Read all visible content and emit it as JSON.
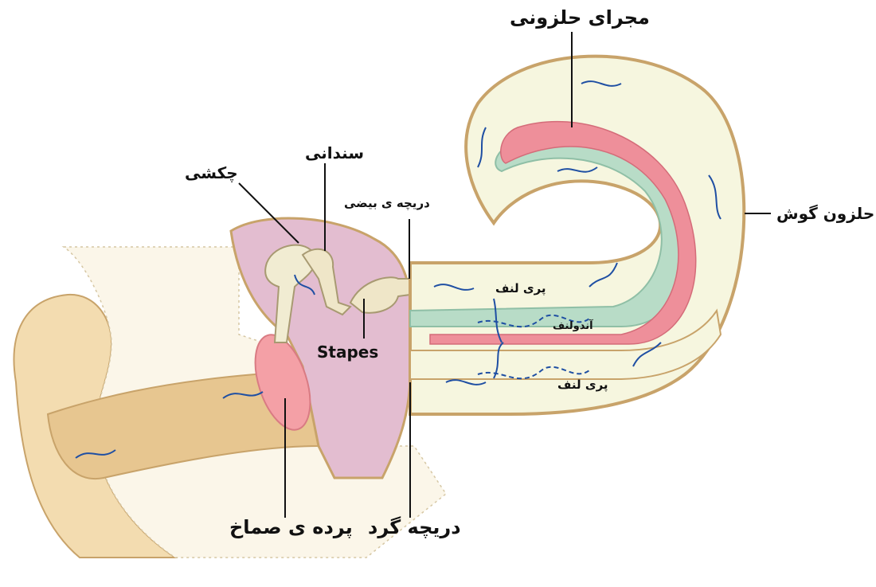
{
  "diagram": {
    "labels": {
      "cochlear_duct": "مجرای حلزونی",
      "incus": "سندانی",
      "malleus": "چکشی",
      "oval_window": "دریچه ی بیضی",
      "cochlea": "حلزون گوش",
      "perilymph_upper": "پری لنف",
      "endolymph": "آندولنف",
      "perilymph_lower": "پری لنف",
      "stapes": "Stapes",
      "tympanic_membrane": "پرده ی صماخ",
      "round_window": "دریچه گرد"
    },
    "colors": {
      "skin": "#f3dcb0",
      "canal": "#e7c690",
      "middle_ear": "#e3bdd0",
      "bone": "#f1ecd2",
      "perilymph": "#f6f6df",
      "endolymph": "#b8dcc7",
      "basilar": "#ee8f9a",
      "eardrum": "#f4a0a6",
      "arrow": "#1f4fa3"
    }
  }
}
